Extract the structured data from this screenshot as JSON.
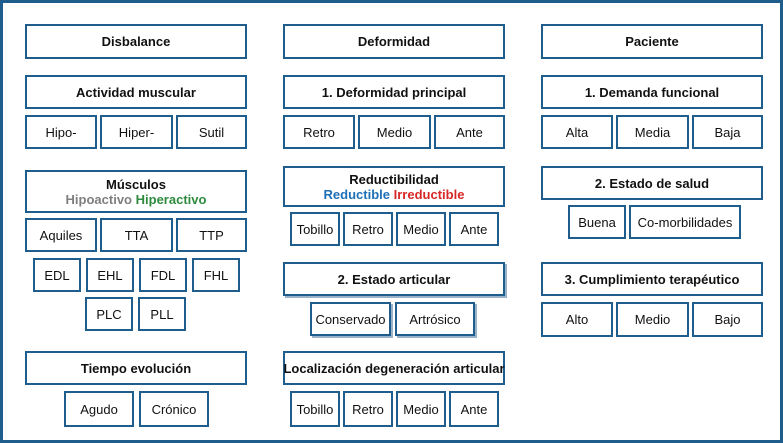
{
  "colors": {
    "border": "#1f5d8d",
    "hipoactivo": "#7f7f7f",
    "hiperactivo": "#2e8b3e",
    "reductible": "#1f6fb7",
    "irreductible": "#d62828"
  },
  "col1": {
    "header": "Disbalance",
    "actividad": {
      "title": "Actividad muscular",
      "items": [
        "Hipo-",
        "Hiper-",
        "Sutil"
      ]
    },
    "musculos": {
      "title": "Músculos",
      "legend_hipo": "Hipoactivo",
      "legend_hiper": "Hiperactivo",
      "row1": [
        "Aquiles",
        "TTA",
        "TTP"
      ],
      "row2": [
        "EDL",
        "EHL",
        "FDL",
        "FHL"
      ],
      "row3": [
        "PLC",
        "PLL"
      ]
    },
    "tiempo": {
      "title": "Tiempo evolución",
      "items": [
        "Agudo",
        "Crónico"
      ]
    }
  },
  "col2": {
    "header": "Deformidad",
    "principal": {
      "title": "1. Deformidad principal",
      "items": [
        "Retro",
        "Medio",
        "Ante"
      ]
    },
    "reductibilidad": {
      "title": "Reductibilidad",
      "legend_red": "Reductible",
      "legend_irr": "Irreductible",
      "items": [
        "Tobillo",
        "Retro",
        "Medio",
        "Ante"
      ]
    },
    "articular": {
      "title": "2. Estado articular",
      "items": [
        "Conservado",
        "Artrósico"
      ]
    },
    "localizacion": {
      "title": "Localización degeneración articular",
      "items": [
        "Tobillo",
        "Retro",
        "Medio",
        "Ante"
      ]
    }
  },
  "col3": {
    "header": "Paciente",
    "demanda": {
      "title": "1. Demanda funcional",
      "items": [
        "Alta",
        "Media",
        "Baja"
      ]
    },
    "salud": {
      "title": "2. Estado de salud",
      "items": [
        "Buena",
        "Co-morbilidades"
      ]
    },
    "cumplimiento": {
      "title": "3. Cumplimiento terapéutico",
      "items": [
        "Alto",
        "Medio",
        "Bajo"
      ]
    }
  }
}
